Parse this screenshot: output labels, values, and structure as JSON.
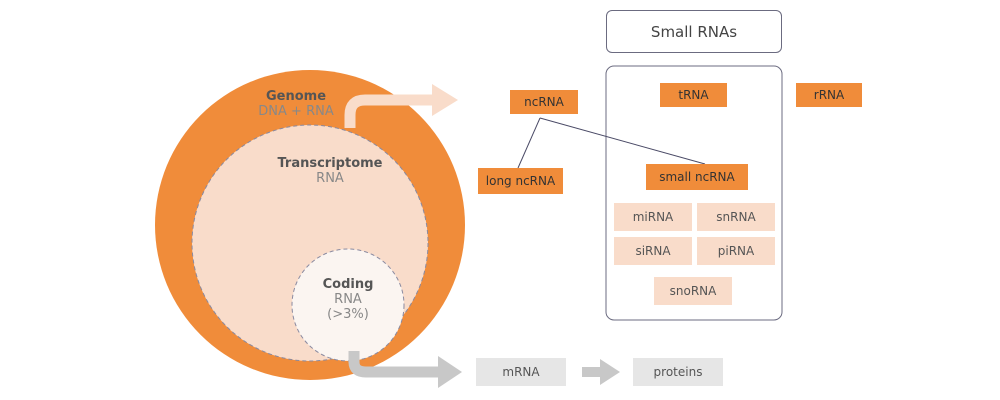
{
  "colors": {
    "orange": "#f08c3a",
    "peach": "#f9dcca",
    "light": "#fbf5f1",
    "grey": "#c8c8c8",
    "line": "#4a4a66"
  },
  "genome": {
    "title": "Genome",
    "sub": "DNA + RNA"
  },
  "transcriptome": {
    "title": "Transcriptome",
    "sub": "RNA"
  },
  "coding": {
    "title": "Coding",
    "sub": "RNA",
    "pct": "(>3%)"
  },
  "small_rnas": {
    "title": "Small RNAs",
    "trna": "tRNA",
    "small_ncrna": "small ncRNA",
    "mirna": "miRNA",
    "snrna": "snRNA",
    "sirna": "siRNA",
    "pirna": "piRNA",
    "snorna": "snoRNA"
  },
  "ncrna": "ncRNA",
  "long_ncrna": "long ncRNA",
  "rrna": "rRNA",
  "mrna": "mRNA",
  "proteins": "proteins"
}
